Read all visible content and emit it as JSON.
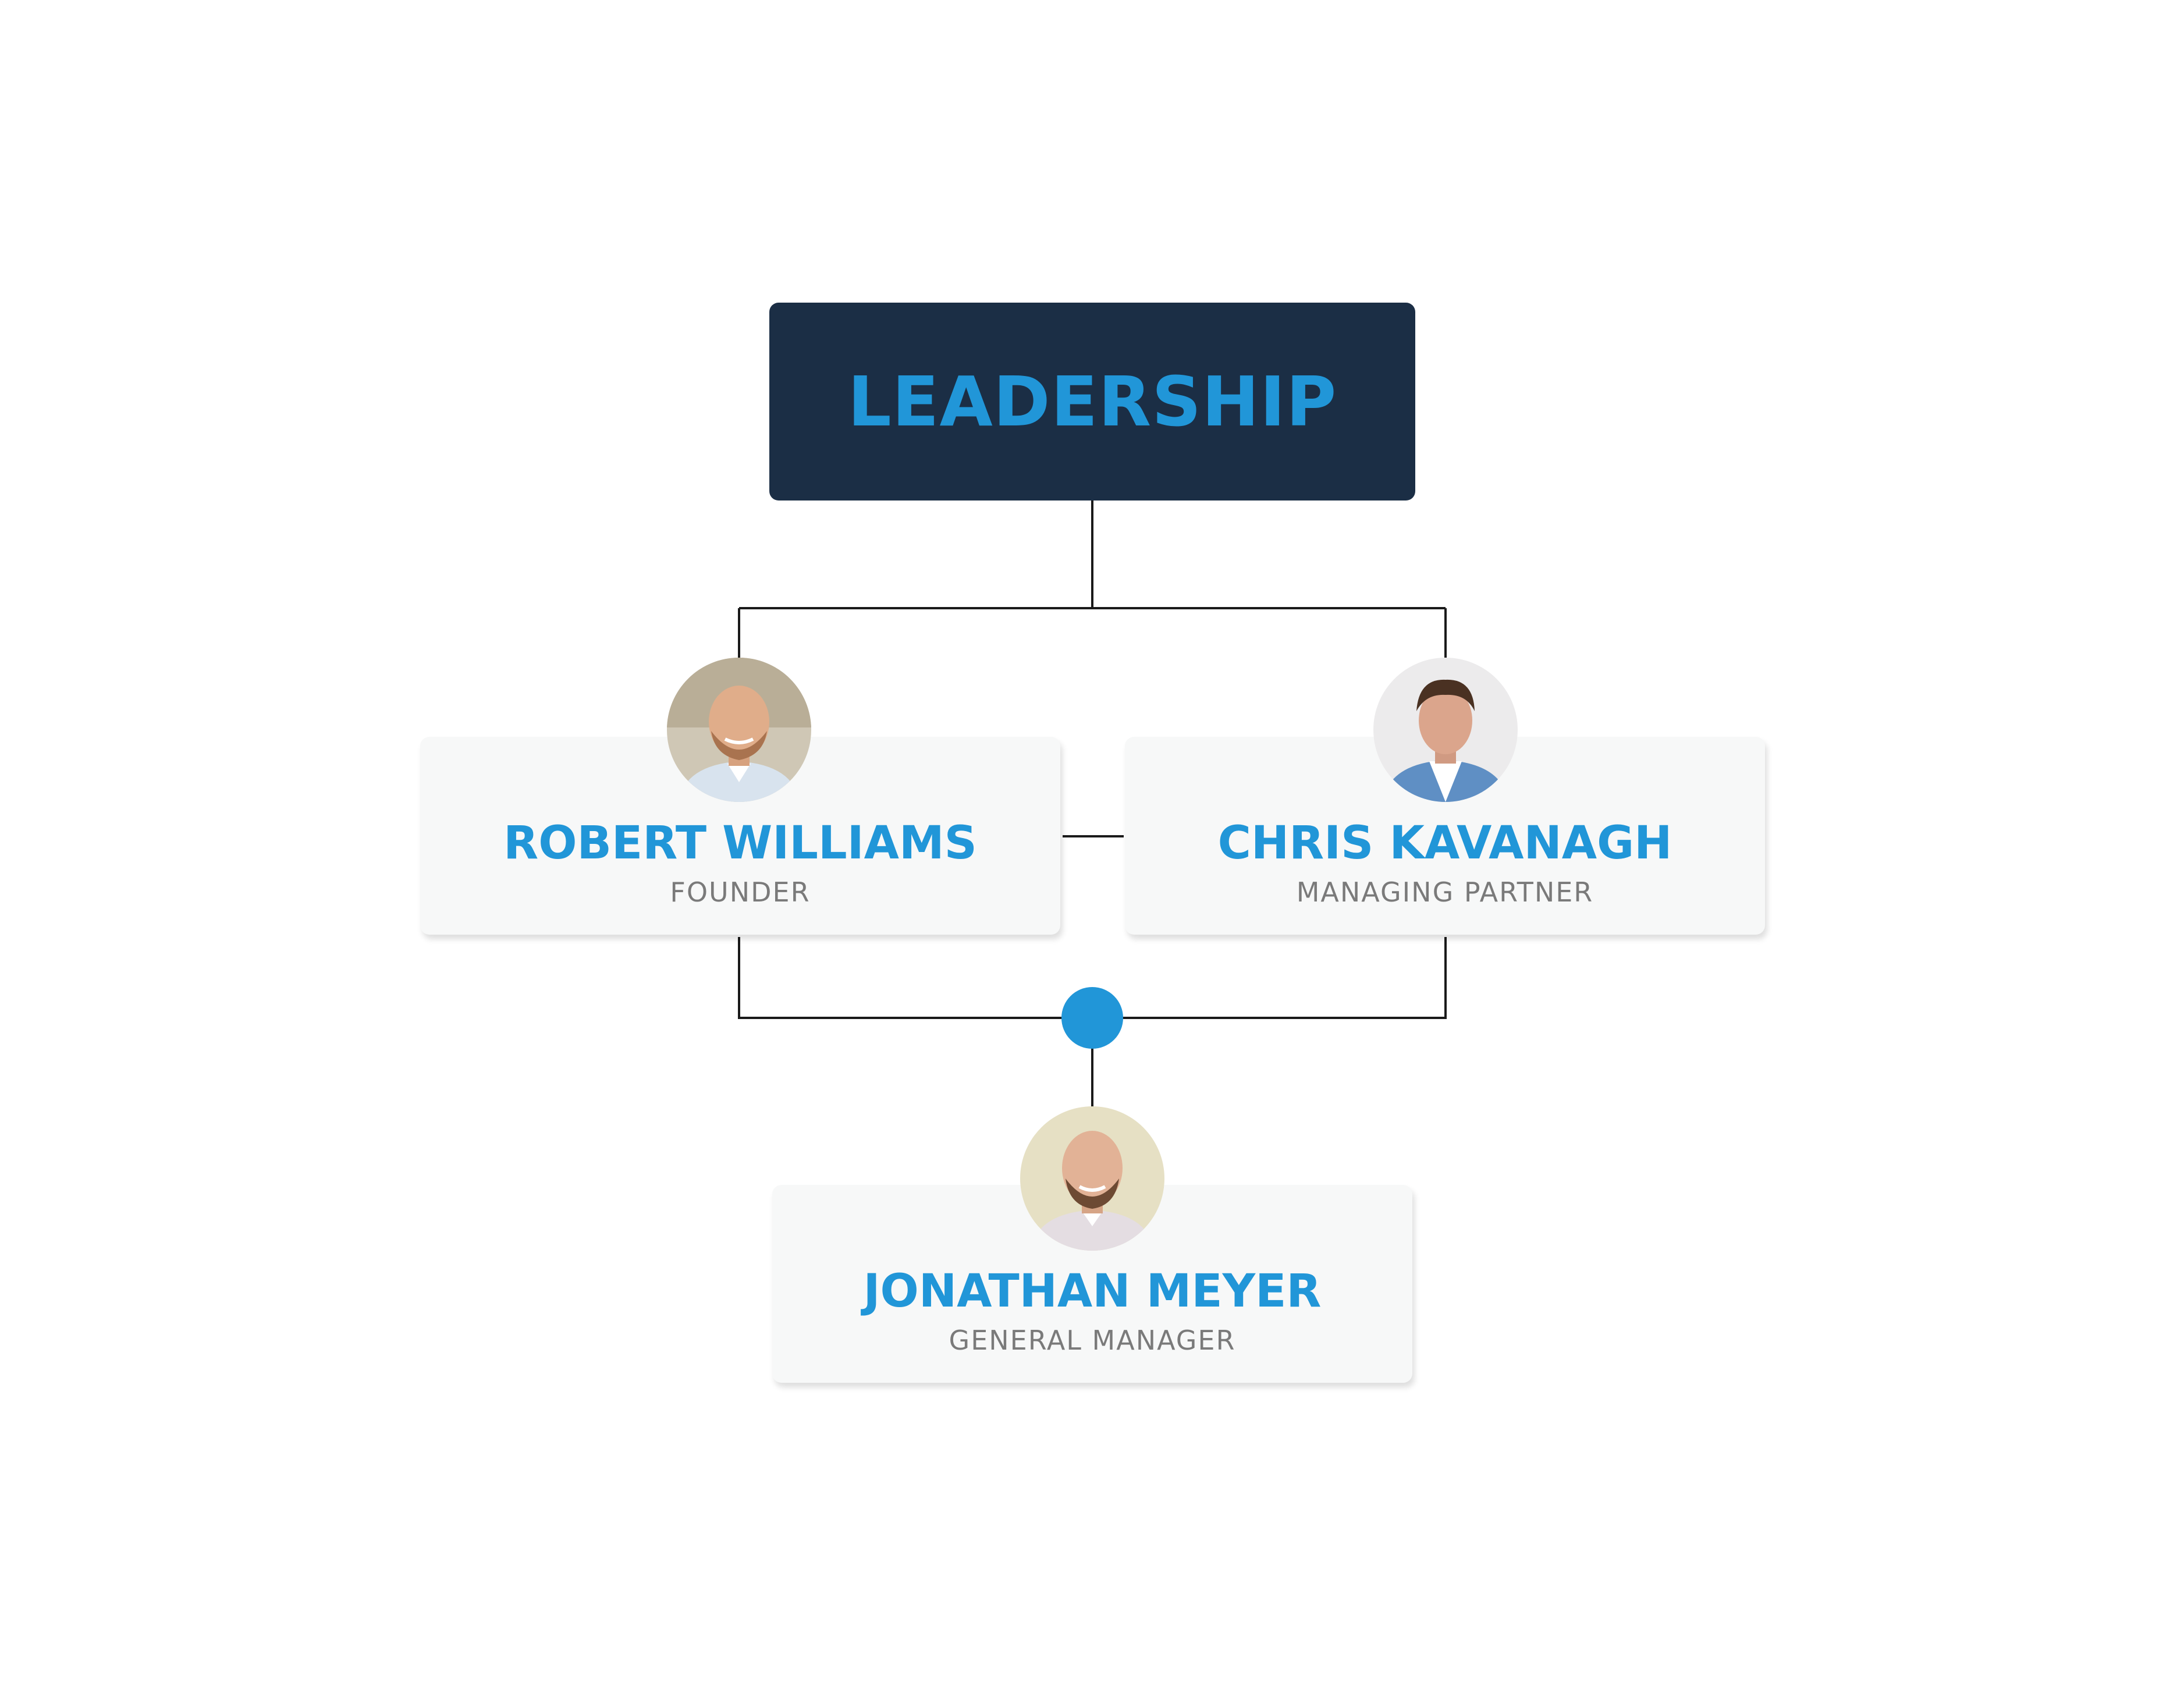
{
  "title": "LEADERSHIP",
  "colors": {
    "title_background": "#1b2e45",
    "accent": "#2196d8",
    "card_background": "#f7f8f8",
    "connector": "#1a1a1a",
    "role_text": "#7a7a7a"
  },
  "people": {
    "founder": {
      "name": "ROBERT WILLIAMS",
      "role": "FOUNDER",
      "avatar": "person-photo"
    },
    "partner": {
      "name": "CHRIS KAVANAGH",
      "role": "MANAGING PARTNER",
      "avatar": "person-photo"
    },
    "manager": {
      "name": "JONATHAN MEYER",
      "role": "GENERAL MANAGER",
      "avatar": "person-photo"
    }
  }
}
